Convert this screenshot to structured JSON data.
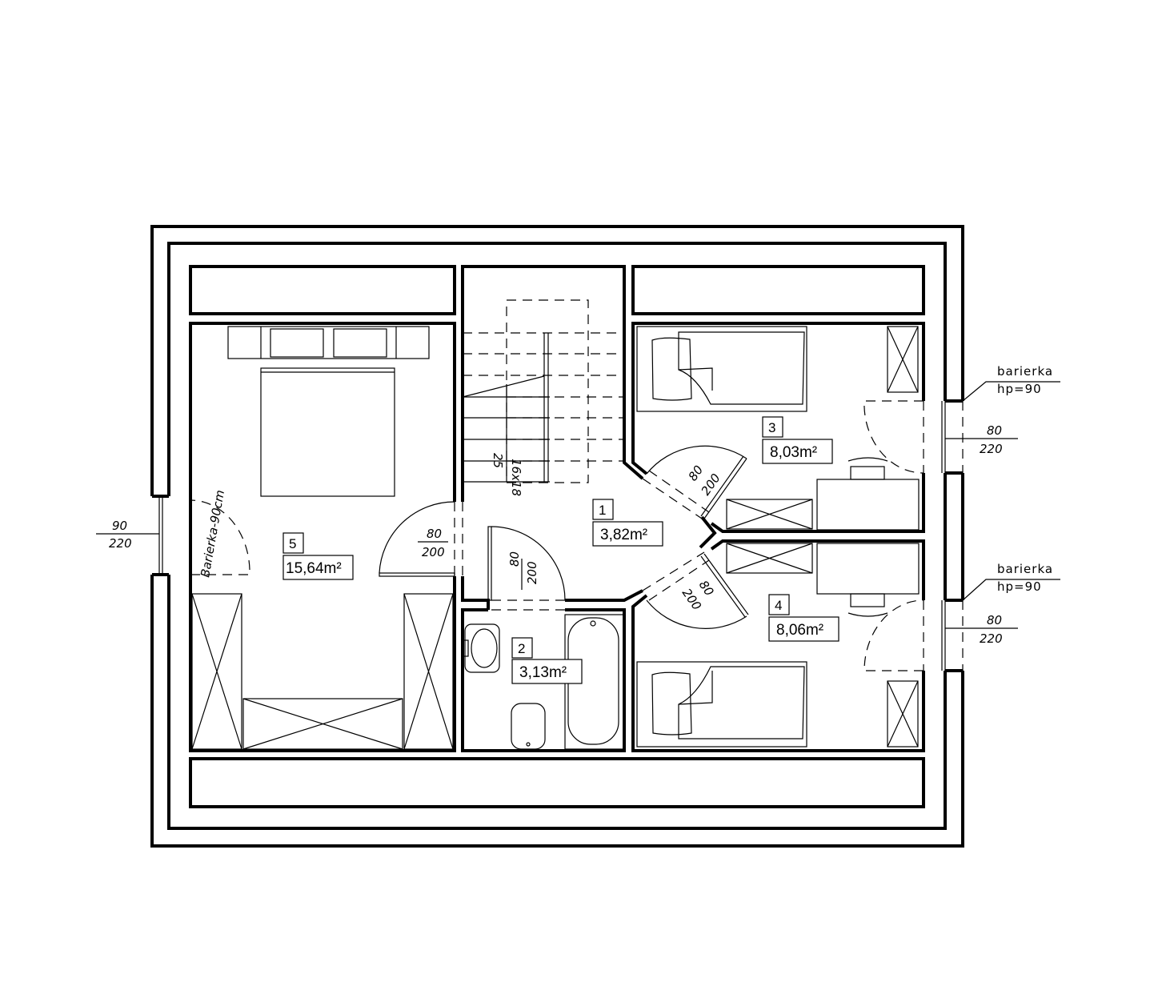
{
  "plan": {
    "rooms": [
      {
        "number": "1",
        "area": "3,82m²"
      },
      {
        "number": "2",
        "area": "3,13m²"
      },
      {
        "number": "3",
        "area": "8,03m²"
      },
      {
        "number": "4",
        "area": "8,06m²"
      },
      {
        "number": "5",
        "area": "15,64m²"
      }
    ],
    "doors": {
      "width": "80",
      "height": "200"
    },
    "windows": {
      "left": {
        "width": "90",
        "height": "220"
      },
      "right_top": {
        "width": "80",
        "height": "220"
      },
      "right_bottom": {
        "width": "80",
        "height": "220"
      }
    },
    "railing_notes": [
      {
        "line1": "barierka",
        "line2": "hp=90"
      },
      {
        "line1": "barierka",
        "line2": "hp=90"
      }
    ],
    "railing_left": "Barierka-90cm",
    "stairs": {
      "steps": "16x18",
      "tread": "25"
    }
  }
}
